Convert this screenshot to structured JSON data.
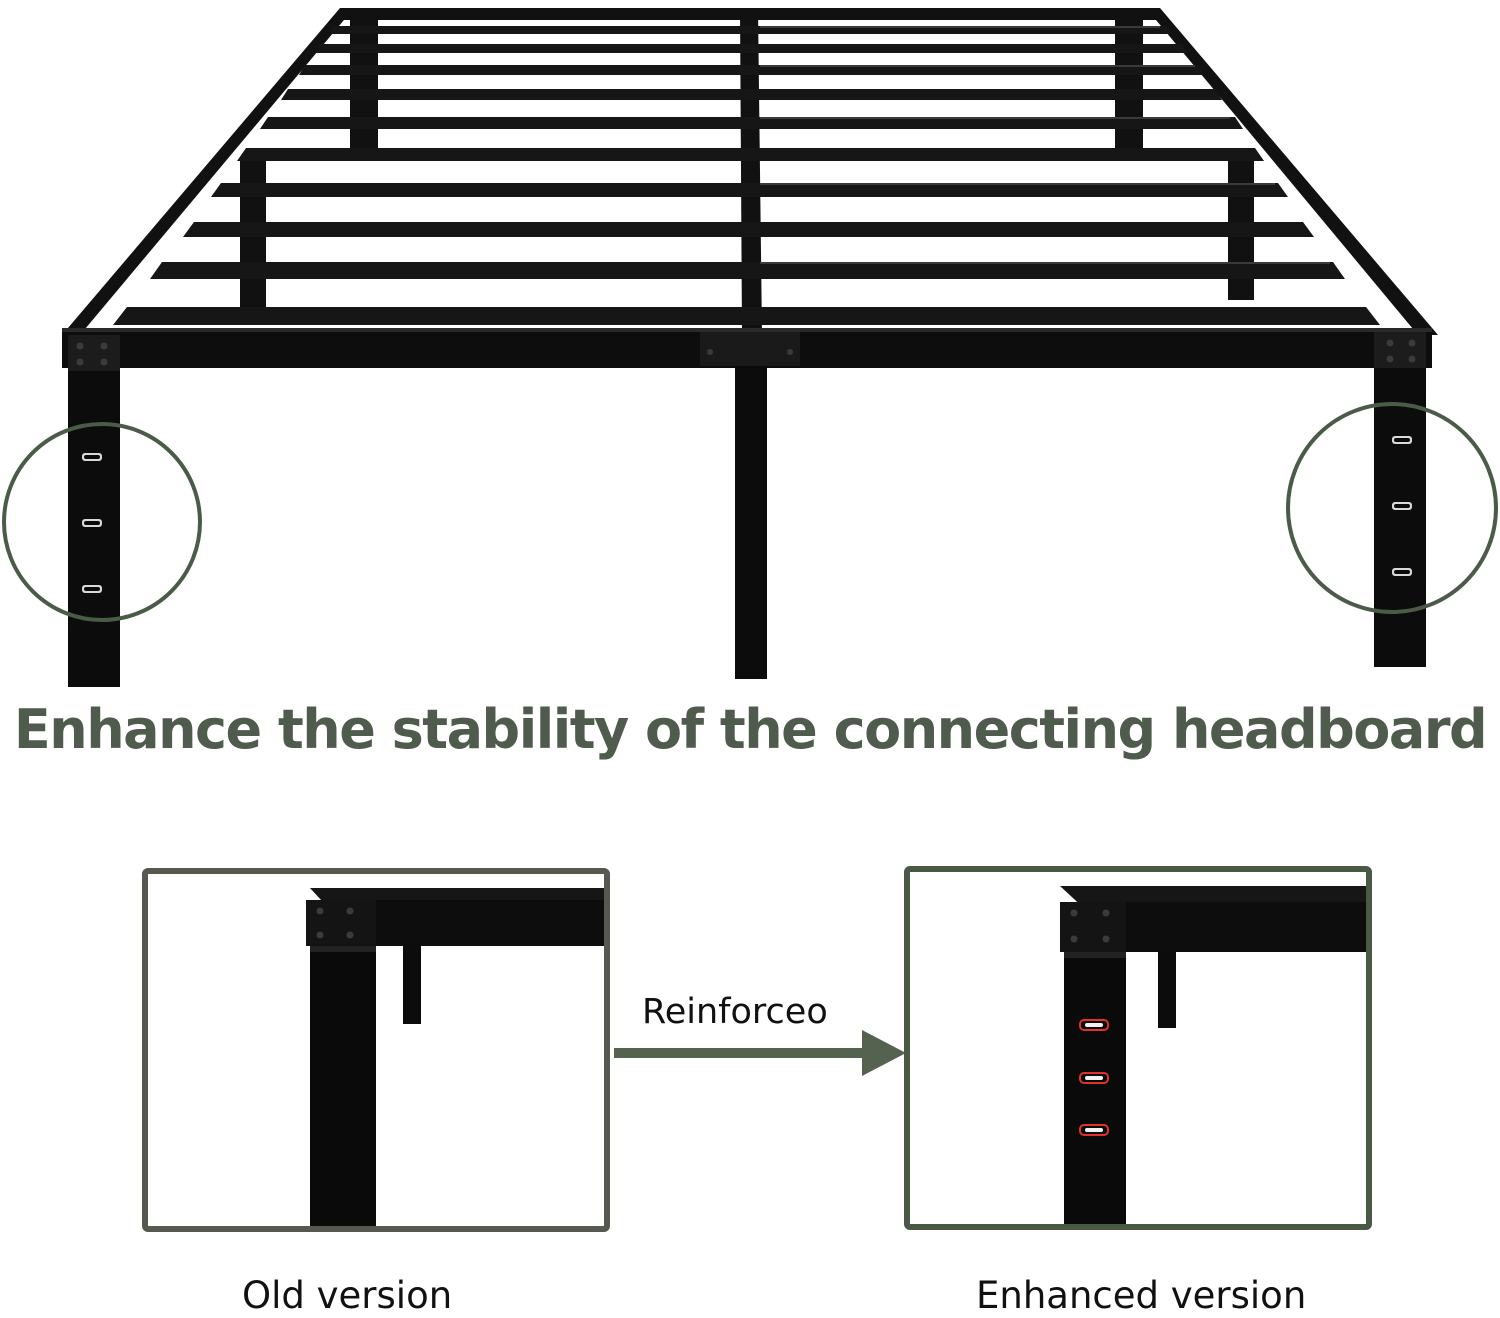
{
  "headline": "Enhance the stability of the connecting headboard",
  "arrow": {
    "label": "Reinforceo"
  },
  "panels": [
    {
      "caption": "Old version",
      "border_color": "#55594f"
    },
    {
      "caption": "Enhanced version",
      "border_color": "#4a5946"
    }
  ],
  "colors": {
    "frame": "#111111",
    "highlight_circle": "#4a5c47",
    "headline": "#4f5b4d",
    "arrow": "#55624f",
    "reinforce_slot": "#e0312a",
    "background": "#ffffff"
  }
}
